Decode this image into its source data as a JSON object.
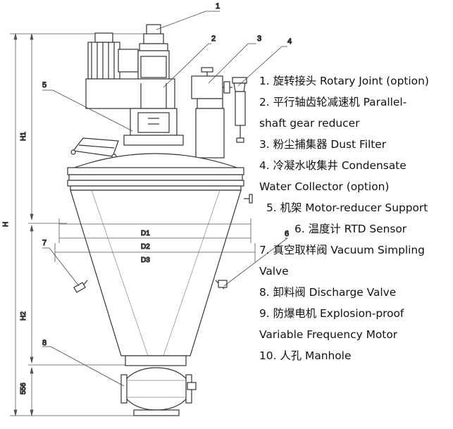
{
  "legend": [
    {
      "lines": [
        "1. 旋转接头 Rotary Joint (option)"
      ]
    },
    {
      "lines": [
        "2. 平行轴齿轮减速机 Parallel-",
        "shaft gear reducer"
      ]
    },
    {
      "lines": [
        "3. 粉尘捕集器 Dust Filter"
      ]
    },
    {
      "lines": [
        "4. 冷凝水收集井 Condensate",
        "Water Collector (option)"
      ]
    },
    {
      "lines": [
        "5. 机架 Motor-reducer Support"
      ]
    },
    {
      "lines": [
        "6. 温度计 RTD Sensor"
      ]
    },
    {
      "lines": [
        "7. 真空取样阀 Vacuum Simpling",
        "Valve"
      ]
    },
    {
      "lines": [
        "8. 卸料阀 Discharge Valve"
      ]
    },
    {
      "lines": [
        "9. 防爆电机 Explosion-proof",
        "Variable Frequency Motor"
      ]
    },
    {
      "lines": [
        "10. 人孔 Manhole"
      ]
    }
  ],
  "callouts": [
    "1",
    "2",
    "3",
    "4",
    "5",
    "6",
    "7",
    "8"
  ],
  "dimensions": {
    "d1": "D1",
    "d2": "D2",
    "d3": "D3",
    "h": "H",
    "h1": "H1",
    "h2": "H2",
    "h3": "556"
  }
}
